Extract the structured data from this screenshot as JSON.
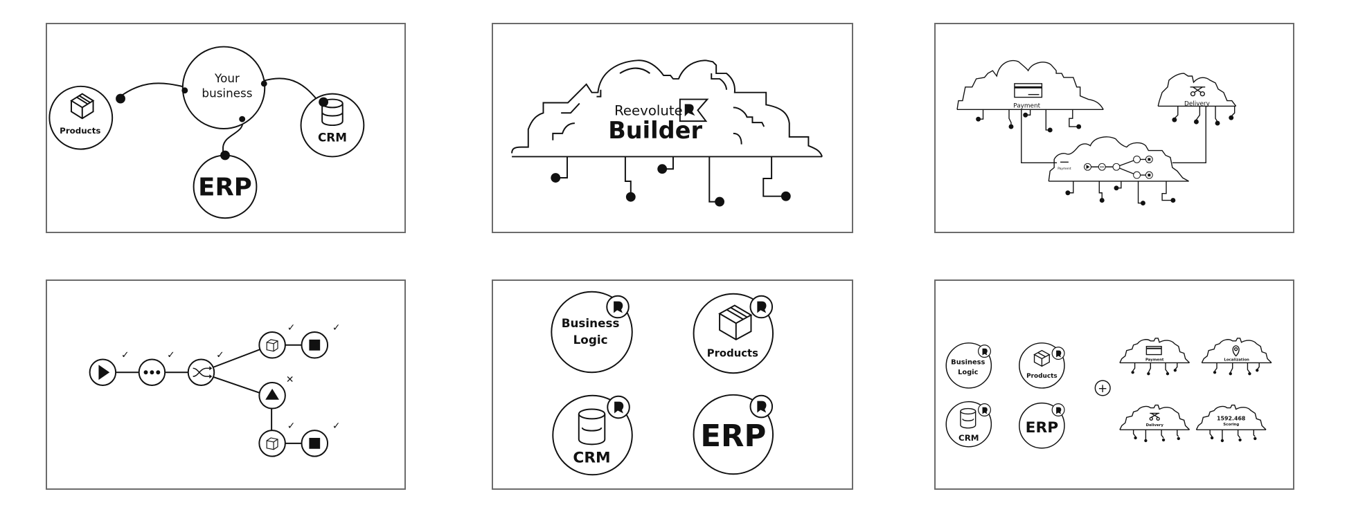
{
  "panels": [
    {
      "id": "your-business",
      "center_node": {
        "line1": "Your",
        "line2": "business"
      },
      "nodes": [
        {
          "name": "products",
          "label": "Products",
          "icon": "box-icon"
        },
        {
          "name": "crm",
          "label": "CRM",
          "icon": "database-icon"
        },
        {
          "name": "erp",
          "label": "ERP",
          "icon": ""
        }
      ]
    },
    {
      "id": "reevolute-builder",
      "brand_line1": "Reevolute",
      "brand_line2": "Builder",
      "logo_icon": "reevolute-flag-logo-icon"
    },
    {
      "id": "connected-clouds",
      "clouds": [
        {
          "name": "payment",
          "label": "Payment",
          "icon": "credit-card-icon"
        },
        {
          "name": "delivery",
          "label": "Delivery",
          "icon": "drone-icon"
        },
        {
          "name": "workflow",
          "label": "Payment",
          "icon": "workflow-icon"
        }
      ]
    },
    {
      "id": "workflow",
      "steps": [
        {
          "name": "start",
          "icon": "play-icon",
          "status": "check"
        },
        {
          "name": "process",
          "icon": "ellipsis-icon",
          "status": "check"
        },
        {
          "name": "split",
          "icon": "shuffle-icon",
          "status": "check"
        },
        {
          "name": "upper-box",
          "icon": "cube-icon",
          "status": "check"
        },
        {
          "name": "upper-stop",
          "icon": "stop-icon",
          "status": "check"
        },
        {
          "name": "alert",
          "icon": "triangle-icon",
          "status": "cross"
        },
        {
          "name": "lower-box",
          "icon": "cube-icon",
          "status": "check"
        },
        {
          "name": "lower-stop",
          "icon": "stop-icon",
          "status": "check"
        }
      ],
      "status_glyphs": {
        "check": "✓",
        "cross": "✕"
      }
    },
    {
      "id": "modules",
      "modules": [
        {
          "name": "business-logic",
          "line1": "Business",
          "line2": "Logic"
        },
        {
          "name": "products",
          "label": "Products",
          "icon": "box-icon"
        },
        {
          "name": "crm",
          "label": "CRM",
          "icon": "database-icon"
        },
        {
          "name": "erp",
          "label": "ERP"
        }
      ]
    },
    {
      "id": "modules-plus-services",
      "modules": [
        {
          "name": "business-logic",
          "line1": "Business",
          "line2": "Logic"
        },
        {
          "name": "products",
          "label": "Products"
        },
        {
          "name": "crm",
          "label": "CRM"
        },
        {
          "name": "erp",
          "label": "ERP"
        }
      ],
      "plus_glyph": "+",
      "services": [
        {
          "name": "payment",
          "label": "Payment",
          "icon": "credit-card-icon"
        },
        {
          "name": "localization",
          "label": "Localization",
          "icon": "map-pin-icon"
        },
        {
          "name": "delivery",
          "label": "Delivery",
          "icon": "drone-icon"
        },
        {
          "name": "scoring",
          "label": "Scoring",
          "value": "1592.468"
        }
      ]
    }
  ]
}
